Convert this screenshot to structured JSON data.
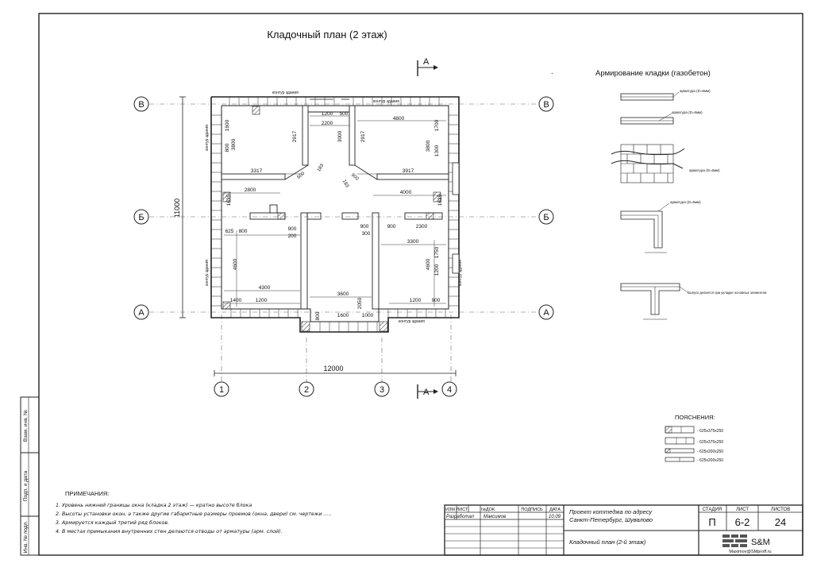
{
  "title": "Кладочный план (2 этаж)",
  "section_letter": "А",
  "dot": ".",
  "axes": {
    "rows": [
      "В",
      "Б",
      "А"
    ],
    "cols": [
      "1",
      "2",
      "3",
      "4"
    ]
  },
  "overall_dims": {
    "width": "12000",
    "height": "11000"
  },
  "contour_label": "контур здания",
  "room_dims": {
    "d1200": "1200",
    "d500": "500",
    "d2200": "2200",
    "d4800": "4800",
    "d1700": "1700",
    "d1600v": "1600",
    "d3800a": "3800",
    "d800v": "800",
    "d2917a": "2917",
    "d3000": "3000",
    "d2917b": "2917",
    "d3800b": "3800",
    "d1300": "1300",
    "d3317": "3317",
    "d600": "600",
    "d183": "183",
    "d900a": "900",
    "d183b": "183",
    "d3917": "3917",
    "d2800": "2800",
    "d4000": "4000",
    "d1625a": "1625",
    "d1625b": "1625",
    "d625": "625",
    "d800h": "800",
    "d900b": "900",
    "d200": "200",
    "d900c": "900",
    "d300": "300",
    "d900d": "900",
    "d2300": "2300",
    "d3300": "3300",
    "d1750": "1750",
    "d4600a": "4600",
    "d4600b": "4600",
    "d1200b": "1200",
    "d4300": "4300",
    "d3600": "3600",
    "d1400": "1400",
    "d1200c": "1200",
    "d2050": "2050",
    "d1200d": "1200",
    "d900e": "900",
    "d800b": "800",
    "d1600": "1600",
    "d1000": "1000"
  },
  "reinforcement": {
    "title": "Армирование кладки (газобетон)",
    "label1": "арматура (D=6мм)",
    "label2": "арматура (D=6мм)",
    "label3": "арматура (D=6мм)",
    "label4": "арматура (D=6мм)",
    "label5": "Выпуск делается при укладке основных элементов"
  },
  "legend": {
    "title": "ПОЯСНЕНИЯ:",
    "items": [
      "- 625х375х250",
      "- 625х375х250",
      "- 625х200х250",
      "- 625х200х250"
    ]
  },
  "notes": {
    "title": "ПРИМЕЧАНИЯ:",
    "items": [
      "1. Уровень нижней границы окна (кладка 2 этаж) — кратно высоте блока",
      "2. Высоты установки окон, а также другие габаритные размеры проемов (окна, двери) см. чертежи .....",
      "3. Армируется каждый третий ряд блоков.",
      "4. В местах примыкания внутренних стен делаются отводы от арматуры (арм. слой)."
    ]
  },
  "side_stamp": [
    "Взам. инв. №",
    "Подп. и дата",
    "Инв. № подл."
  ],
  "title_block": {
    "headers": [
      "ИЗМ",
      "ЛИСТ",
      "№ДОК.",
      "ПОДПИСЬ",
      "ДАТА"
    ],
    "role": "Разработал",
    "author": "Максимов",
    "date": "10.09",
    "project_line1": "Проект коттеджа по адресу",
    "project_line2": "Санкт-Петербург, Шувалово",
    "sheet_title": "Кладочный план (2-й этаж)",
    "stage_label": "СТАДИЯ",
    "sheet_label": "ЛИСТ",
    "sheets_label": "ЛИСТОВ",
    "stage": "П",
    "sheet": "6-2",
    "sheets": "24",
    "company": "S&M",
    "email": "Maximov@SMproff.ru"
  }
}
